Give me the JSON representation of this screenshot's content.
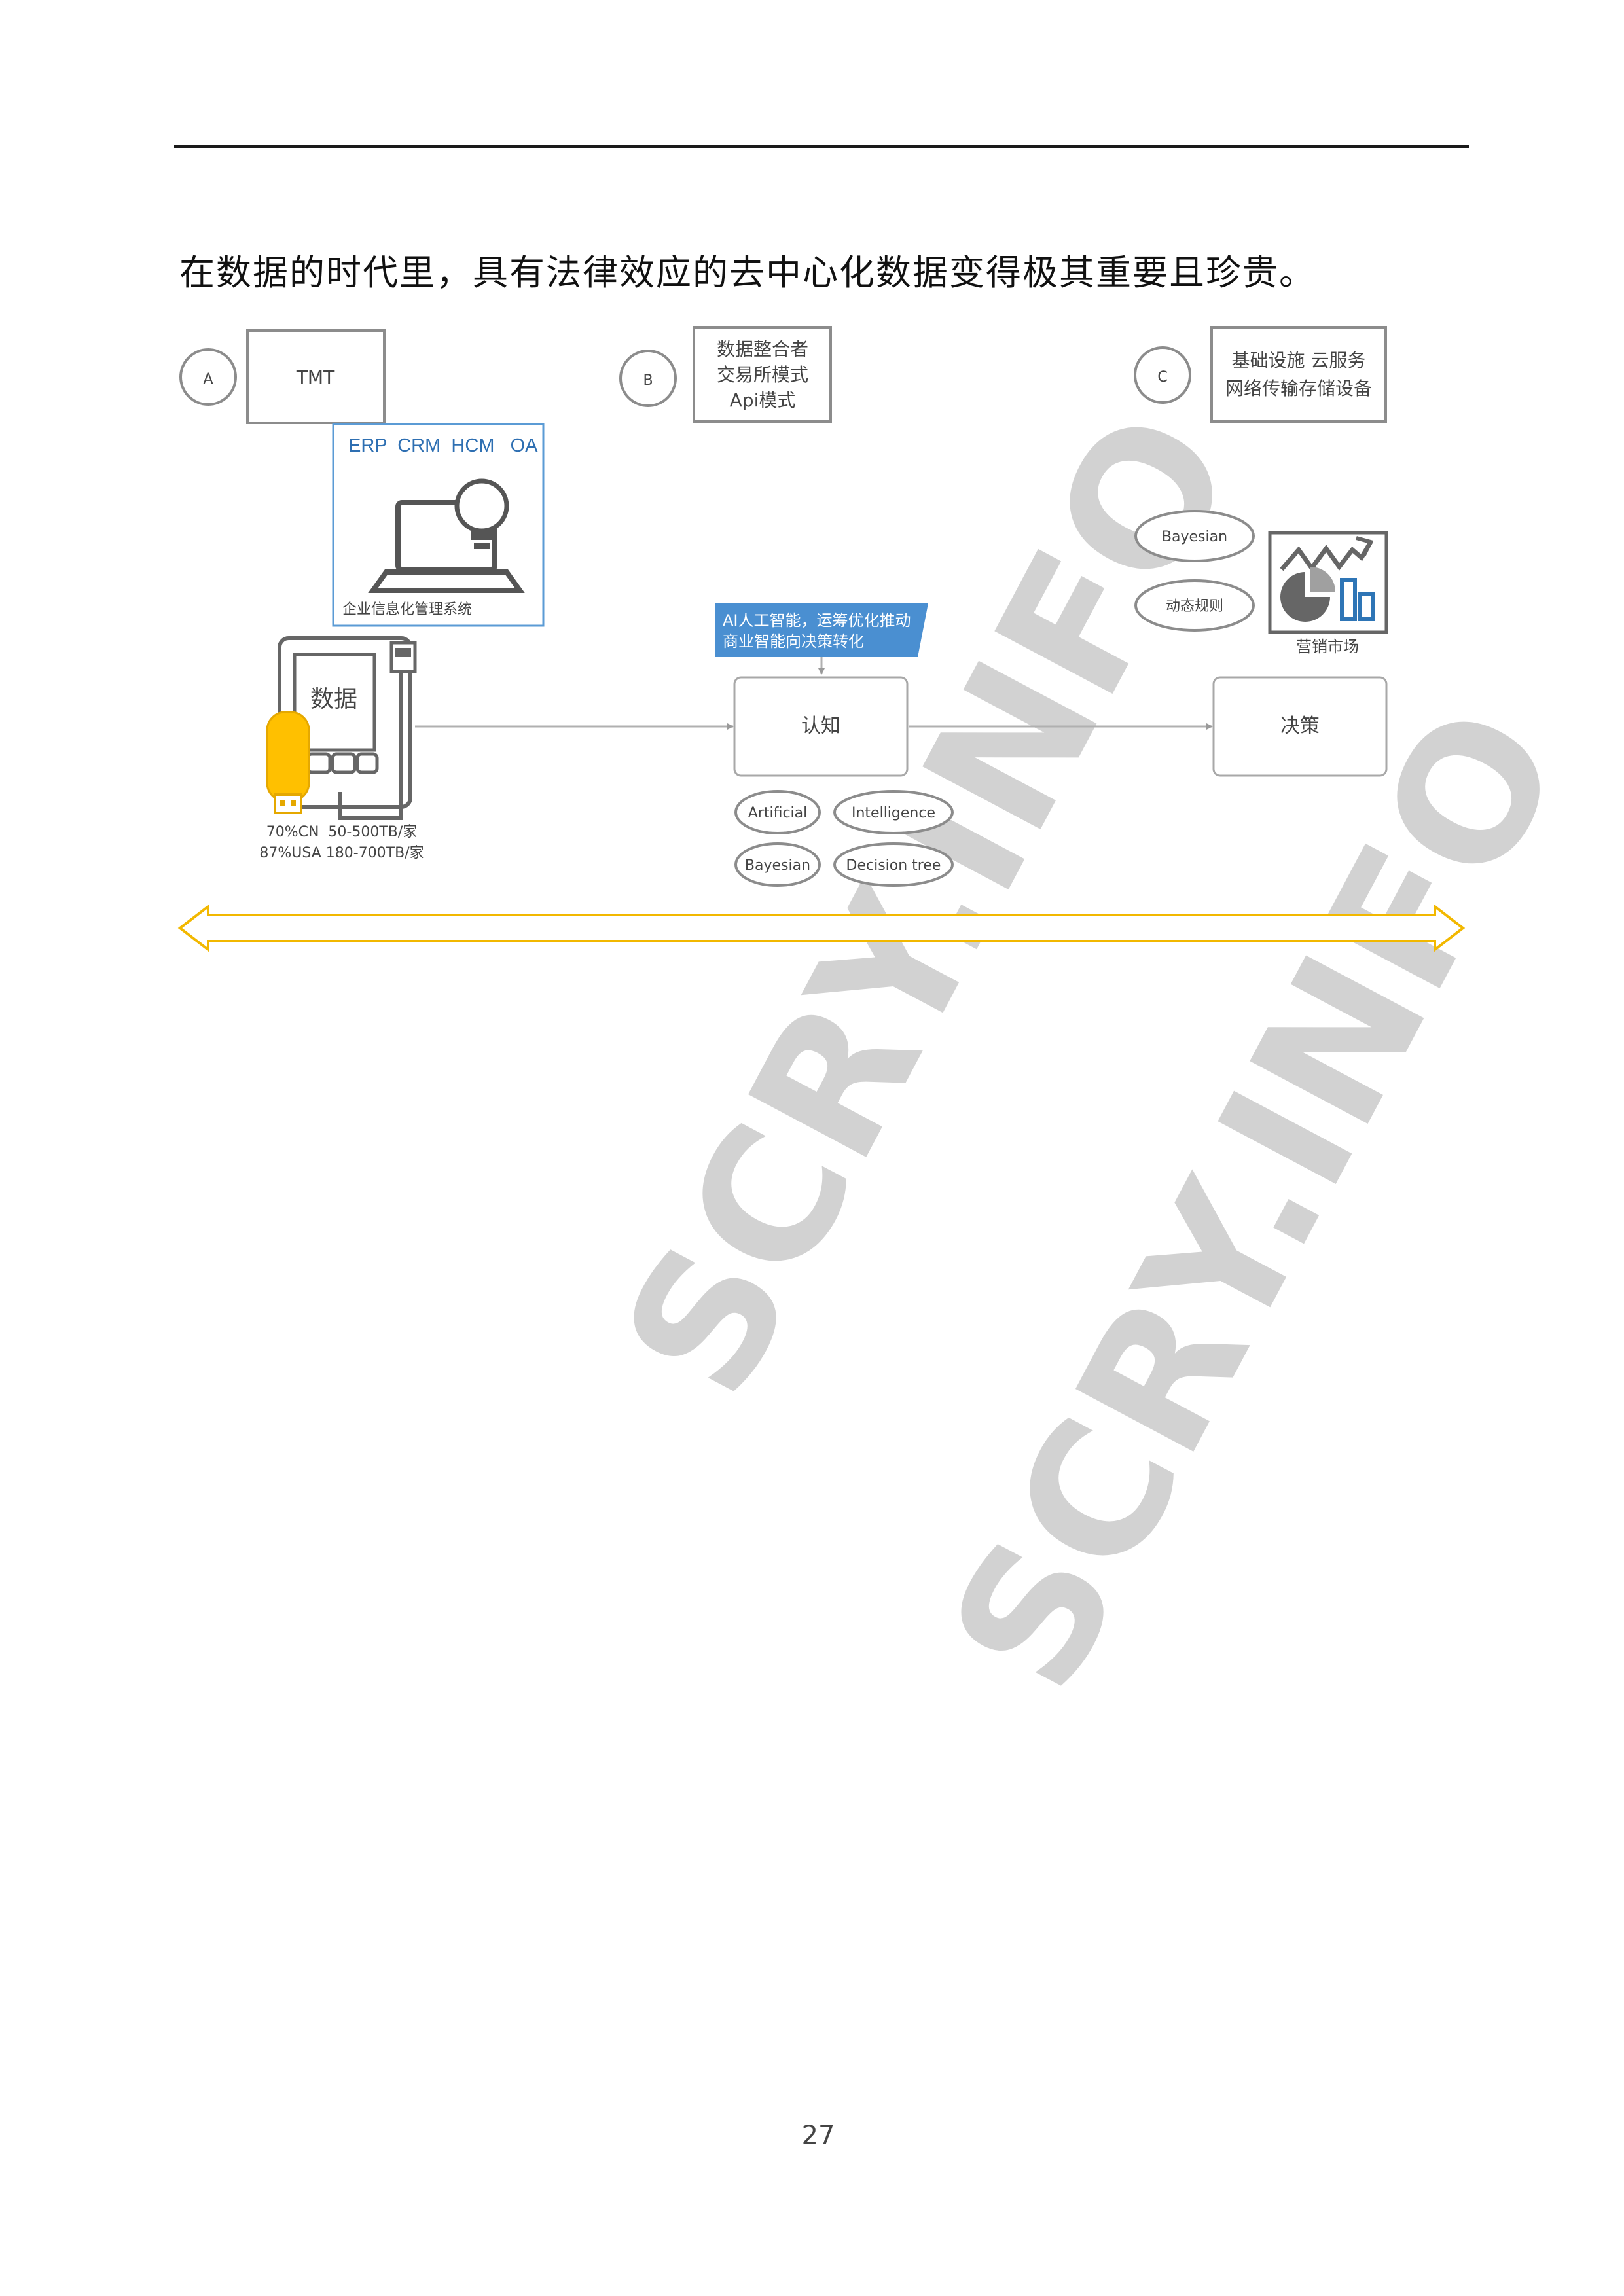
{
  "page": {
    "intro": "在数据的时代里，具有法律效应的去中心化数据变得极其重要且珍贵。",
    "page_number": "27",
    "watermark": "SCRY.INFO"
  },
  "diagram": {
    "markers": [
      "A",
      "B",
      "C"
    ],
    "box_a": "TMT",
    "box_b": [
      "数据整合者",
      "交易所模式",
      "Api模式"
    ],
    "box_c": [
      "基础设施 云服务",
      "网络传输存储设备"
    ],
    "enterprise": {
      "systems": "ERP  CRM  HCM   OA",
      "caption": "企业信息化管理系统"
    },
    "data_device_label": "数据",
    "stats": [
      "70%CN  50-500TB/家",
      "87%USA 180-700TB/家"
    ],
    "callout": [
      "AI人工智能，运筹优化推动",
      "商业智能向决策转化"
    ],
    "cognition_box": "认知",
    "decision_box": "决策",
    "cognition_tags": [
      "Artificial",
      "Intelligence",
      "Bayesian",
      "Decision tree"
    ],
    "decision_tags": [
      "Bayesian",
      "动态规则"
    ],
    "market_caption": "营销市场"
  }
}
